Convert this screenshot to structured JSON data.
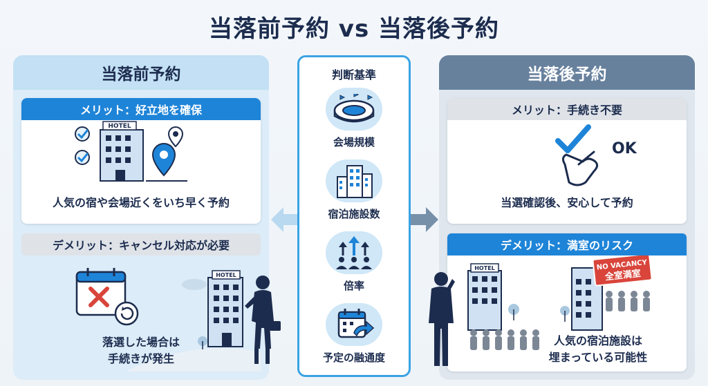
{
  "title": "当落前予約 vs 当落後予約",
  "left": {
    "header": "当落前予約",
    "merit_tag": "メリット：好立地を確保",
    "merit_text": "人気の宿や会場近くをいち早く予約",
    "demerit_tag": "デメリット：キャンセル対応が必要",
    "demerit_text_1": "落選した場合は",
    "demerit_text_2": "手続きが発生",
    "hotel_sign": "HOTEL"
  },
  "center": {
    "title": "判断基準",
    "criteria": [
      {
        "label": "会場規模",
        "icon": "stadium-icon"
      },
      {
        "label": "宿泊施設数",
        "icon": "buildings-icon"
      },
      {
        "label": "倍率",
        "icon": "growth-people-icon"
      },
      {
        "label": "予定の融通度",
        "icon": "calendar-arrow-icon"
      }
    ]
  },
  "right": {
    "header": "当落後予約",
    "merit_tag": "メリット：手続き不要",
    "ok_text": "OK",
    "merit_text": "当選確認後、安心して予約",
    "demerit_tag": "デメリット：満室のリスク",
    "hotel_sign": "HOTEL",
    "no_vacancy": "NO VACANCY",
    "full_text": "全室満室",
    "demerit_text_1": "人気の宿泊施設は",
    "demerit_text_2": "埋まっている可能性"
  },
  "colors": {
    "accent_blue": "#1e84d8",
    "navy": "#1c2c4e",
    "slate": "#67819d",
    "red": "#d9453b"
  }
}
